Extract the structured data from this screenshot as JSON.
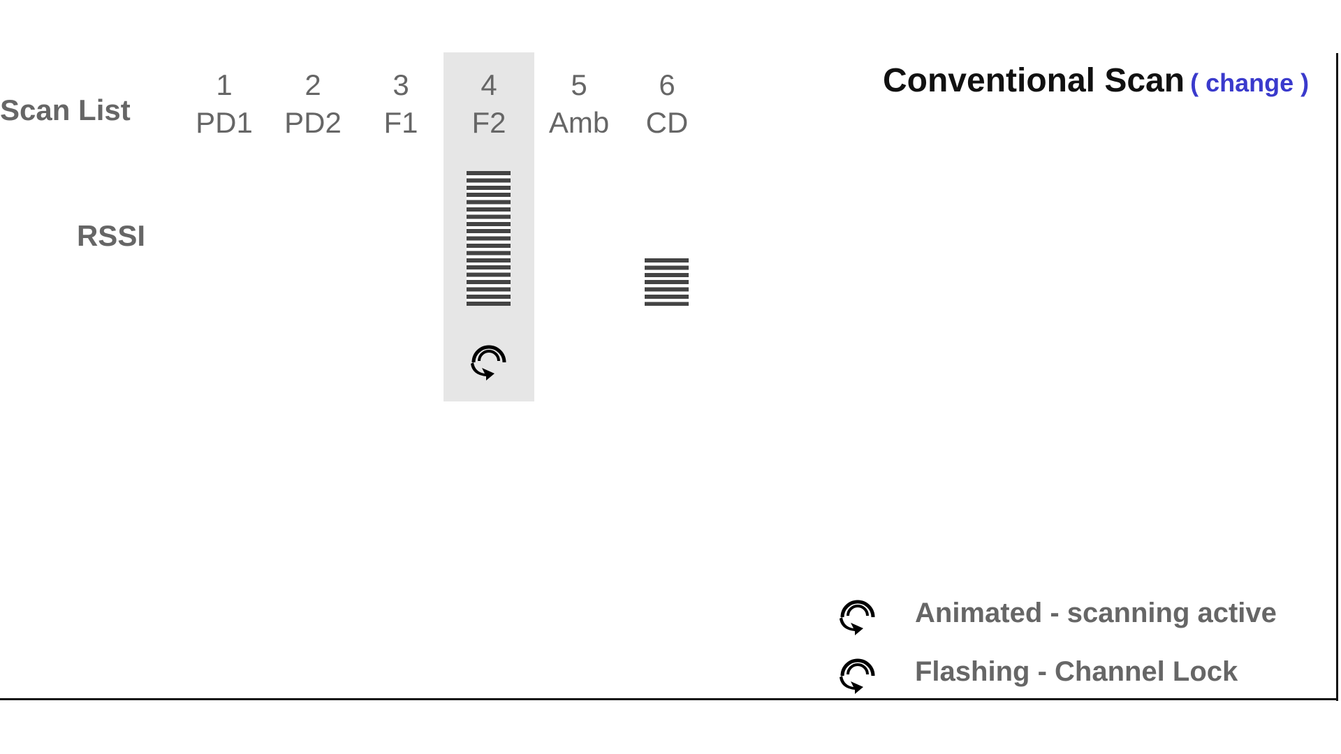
{
  "scan_list": {
    "label": "Scan List",
    "rssi_label": "RSSI",
    "channels": [
      {
        "number": "1",
        "name": "PD1",
        "rssi_bars": 0,
        "selected": false
      },
      {
        "number": "2",
        "name": "PD2",
        "rssi_bars": 0,
        "selected": false
      },
      {
        "number": "3",
        "name": "F1",
        "rssi_bars": 0,
        "selected": false
      },
      {
        "number": "4",
        "name": "F2",
        "rssi_bars": 19,
        "selected": true,
        "scan_icon": true
      },
      {
        "number": "5",
        "name": "Amb",
        "rssi_bars": 0,
        "selected": false
      },
      {
        "number": "6",
        "name": "CD",
        "rssi_bars": 7,
        "selected": false
      }
    ]
  },
  "header": {
    "title": "Conventional Scan",
    "change_link": "( change )",
    "link_color": "#3a3acc"
  },
  "legend": [
    {
      "icon": "scan-animated-icon",
      "text": "Animated - scanning active"
    },
    {
      "icon": "scan-flashing-icon",
      "text": "Flashing - Channel Lock"
    }
  ]
}
